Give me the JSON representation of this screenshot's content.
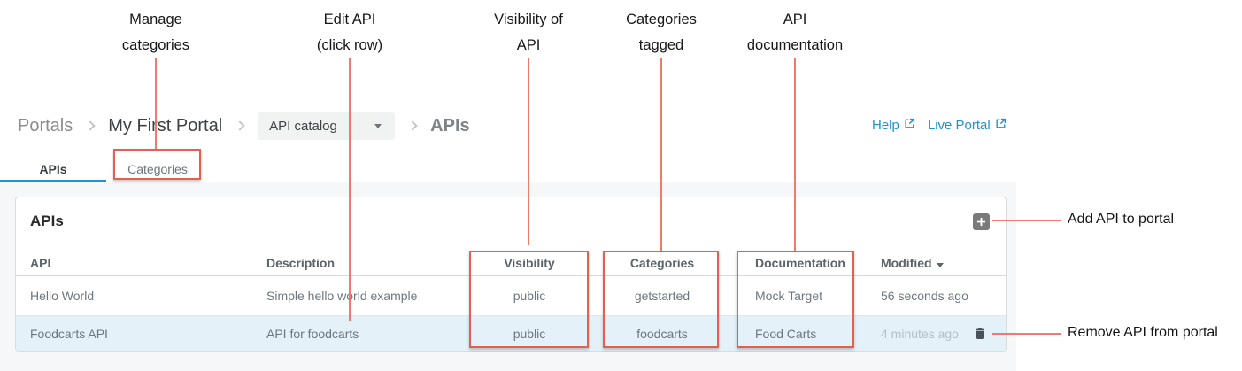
{
  "annotations": {
    "accent_color": "#e7604c",
    "top": [
      {
        "line1": "Manage",
        "line2": "categories"
      },
      {
        "line1": "Edit API",
        "line2": "(click row)"
      },
      {
        "line1": "Visibility of",
        "line2": "API"
      },
      {
        "line1": "Categories",
        "line2": "tagged"
      },
      {
        "line1": "API",
        "line2": "documentation"
      }
    ],
    "add_api": "Add API to portal",
    "remove_api": "Remove API from portal"
  },
  "breadcrumb": {
    "portals": "Portals",
    "portal_name": "My First Portal",
    "catalog_select_value": "API catalog",
    "current": "APIs"
  },
  "links": {
    "help": "Help",
    "live_portal": "Live Portal",
    "color": "#2093cf"
  },
  "tabs": {
    "apis": "APIs",
    "categories": "Categories",
    "active_underline_color": "#1b94d1"
  },
  "panel": {
    "title": "APIs"
  },
  "table": {
    "headers": {
      "api": "API",
      "description": "Description",
      "visibility": "Visibility",
      "categories": "Categories",
      "documentation": "Documentation",
      "modified": "Modified"
    },
    "rows": [
      {
        "api": "Hello World",
        "description": "Simple hello world example",
        "visibility": "public",
        "categories": "getstarted",
        "documentation": "Mock Target",
        "modified": "56 seconds ago"
      },
      {
        "api": "Foodcarts API",
        "description": "API for foodcarts",
        "visibility": "public",
        "categories": "foodcarts",
        "documentation": "Food Carts",
        "modified": "4 minutes ago"
      }
    ],
    "highlight_row_color": "#e4f1f8"
  }
}
